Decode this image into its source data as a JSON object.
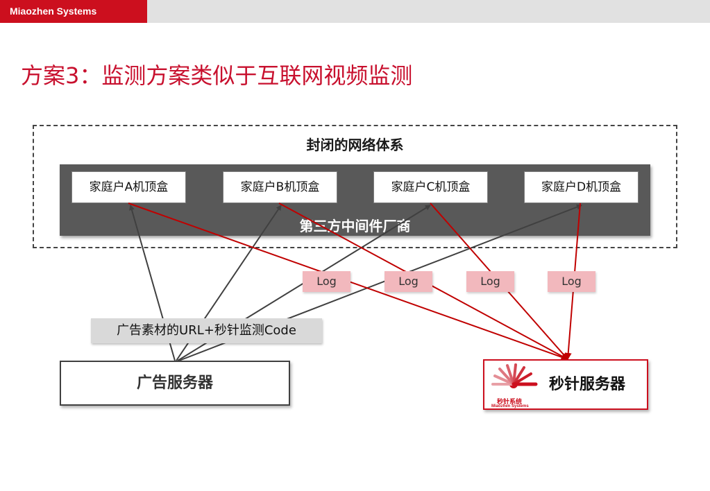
{
  "header": {
    "brand": "Miaozhen Systems"
  },
  "title": "方案3：监测方案类似于互联网视频监测",
  "network": {
    "title": "封闭的网络体系",
    "middleware": "第三方中间件厂商",
    "set_top_boxes": [
      {
        "label": "家庭户A机顶盒"
      },
      {
        "label": "家庭户B机顶盒"
      },
      {
        "label": "家庭户C机顶盒"
      },
      {
        "label": "家庭户D机顶盒"
      }
    ]
  },
  "logs": [
    {
      "label": "Log"
    },
    {
      "label": "Log"
    },
    {
      "label": "Log"
    },
    {
      "label": "Log"
    }
  ],
  "url_note": "广告素材的URL+秒针监测Code",
  "ad_server": {
    "label": "广告服务器"
  },
  "miaozhen_server": {
    "label": "秒针服务器",
    "logo_cn": "秒针系统",
    "logo_en": "Miaozhen Systems"
  },
  "colors": {
    "brand_red": "#cc0f1e",
    "title_red": "#c8102e",
    "panel_gray": "#595959",
    "log_pink": "#f2b8bd",
    "arrow_dark": "#404040",
    "arrow_red": "#c00000"
  }
}
